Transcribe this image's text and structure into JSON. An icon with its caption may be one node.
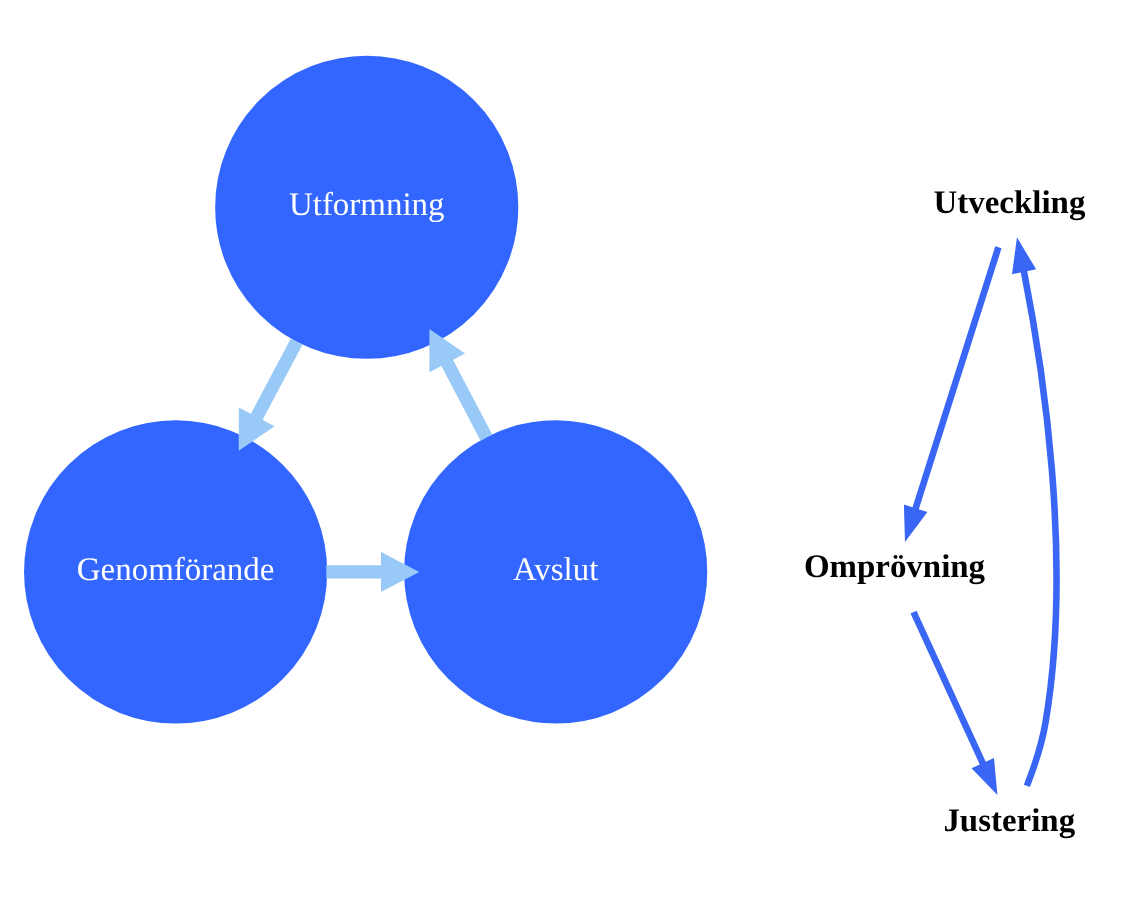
{
  "diagram": {
    "nodes": [
      {
        "text": [
          "Utformning"
        ]
      },
      {
        "text": [
          "Genomförande"
        ]
      },
      {
        "text": [
          "Avslut"
        ]
      },
      {
        "text": [
          "Utveckling"
        ]
      },
      {
        "text": [
          "Omprövning"
        ]
      },
      {
        "text": [
          "Justering"
        ]
      }
    ],
    "edges": [
      {
        "from": 0,
        "to": 1,
        "arrow": "to",
        "style": "thick",
        "color": "#99c9f7"
      },
      {
        "from": 1,
        "to": 2,
        "arrow": "to",
        "style": "thick",
        "color": "#99c9f7"
      },
      {
        "from": 2,
        "to": 0,
        "arrow": "to",
        "style": "thick",
        "color": "#99c9f7"
      },
      {
        "from": 3,
        "to": 4,
        "arrow": "to",
        "color": "#3a66f5"
      },
      {
        "from": 4,
        "to": 5,
        "arrow": "to",
        "color": "#3a66f5"
      },
      {
        "from": 5,
        "to": 3,
        "arrow": "to",
        "color": "#3a66f5"
      }
    ]
  }
}
